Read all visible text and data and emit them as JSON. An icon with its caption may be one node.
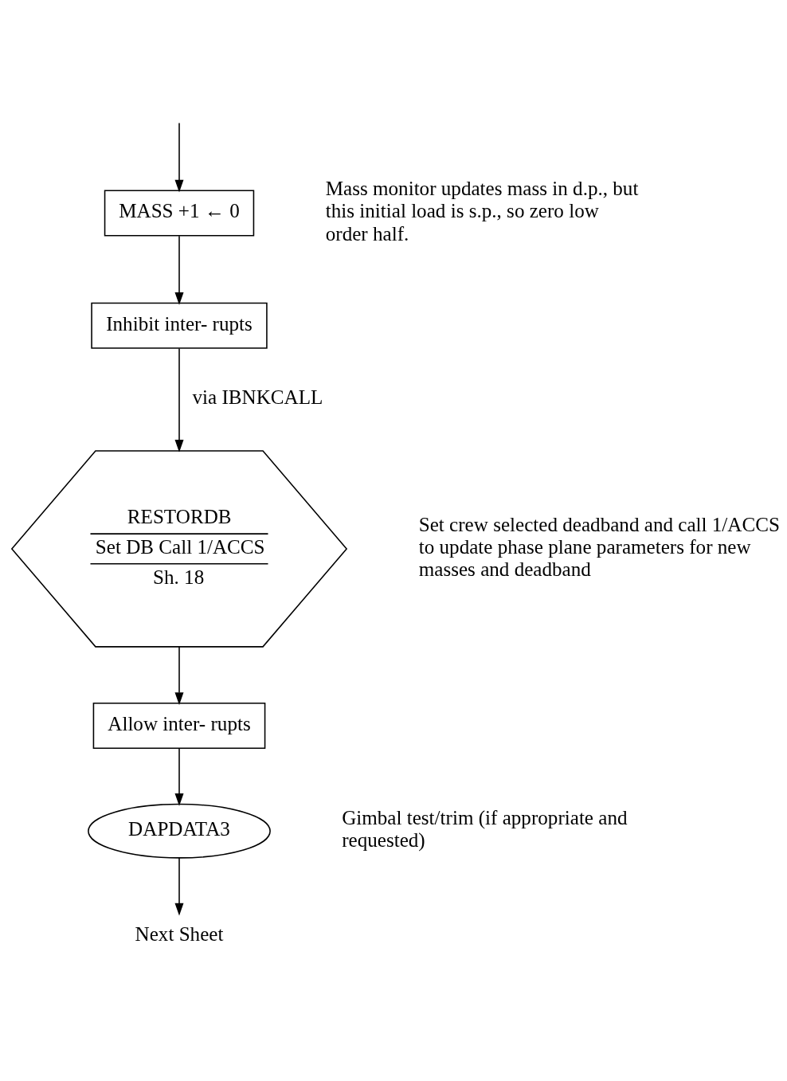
{
  "diagram": {
    "nodes": [
      {
        "text": [
          "MASS +1 ← 0"
        ],
        "beside": [
          "Mass monitor updates mass in d.p., but this initial load is s.p., so zero low order half."
        ]
      },
      {
        "text": [
          "Inhibit inter- rupts"
        ]
      },
      {
        "text": [
          "RESTORDB",
          "Set DB Call 1/ACCS",
          "Sh. 18"
        ],
        "beside": [
          "Set crew selected deadband and call 1/ACCS to update phase plane parameters for new masses and deadband"
        ]
      },
      {
        "text": [
          "Allow inter- rupts"
        ]
      },
      {
        "text": [
          "DAPDATA3"
        ],
        "beside": [
          "Gimbal test/trim (if appropriate and requested)"
        ]
      },
      {
        "text": [
          "Next Sheet"
        ]
      }
    ],
    "edges": [
      {
        "from": null,
        "to": 0,
        "arrow": "to"
      },
      {
        "from": 0,
        "to": 1,
        "arrow": "to"
      },
      {
        "from": 1,
        "to": 2,
        "arrow": "to",
        "label": "via IBNKCALL"
      },
      {
        "from": 2,
        "to": 3,
        "arrow": "to"
      },
      {
        "from": 3,
        "to": 4,
        "arrow": "to"
      },
      {
        "from": 4,
        "to": 5,
        "arrow": "to"
      }
    ]
  }
}
